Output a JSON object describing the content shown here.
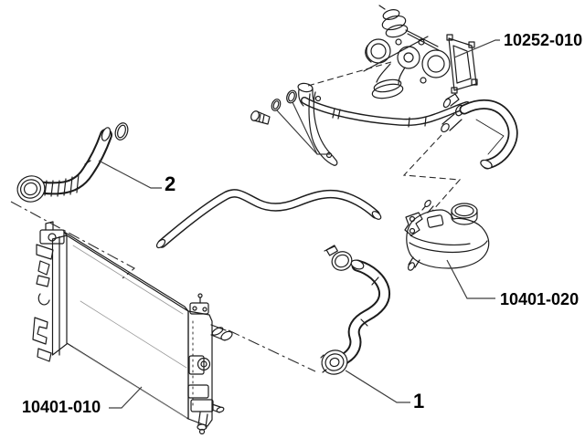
{
  "diagram": {
    "background_color": "#ffffff",
    "line_color": "#1c1c1c",
    "label_color": "#000000",
    "labels": {
      "turbocharger": "10252-010",
      "expansion_tank": "10401-020",
      "radiator": "10401-010",
      "hose_1": "1",
      "hose_2": "2"
    }
  }
}
